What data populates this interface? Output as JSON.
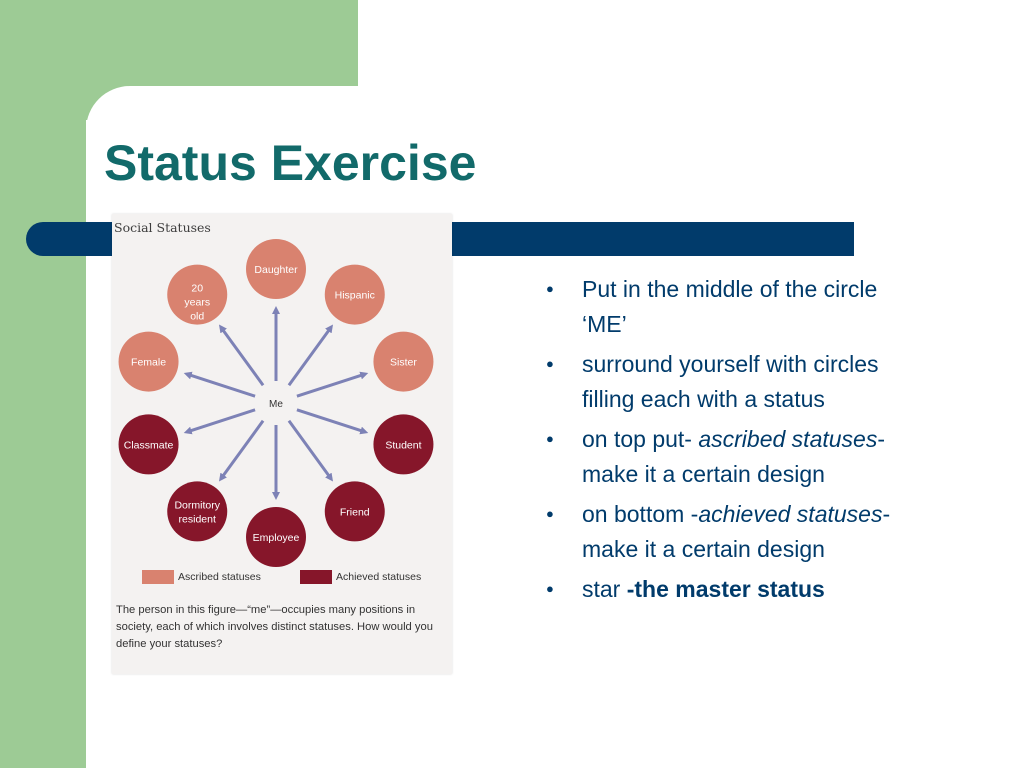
{
  "slide": {
    "title": "Status Exercise",
    "bullets": [
      {
        "parts": [
          {
            "text": "Put in the middle of the circle ‘ME’"
          }
        ]
      },
      {
        "parts": [
          {
            "text": "surround yourself with circles filling each with a status"
          }
        ]
      },
      {
        "parts": [
          {
            "text": "on top put- "
          },
          {
            "text": "ascribed statuses",
            "style": "italic"
          },
          {
            "text": "-make it a certain design"
          }
        ]
      },
      {
        "parts": [
          {
            "text": "on bottom -"
          },
          {
            "text": "achieved statuses",
            "style": "italic"
          },
          {
            "text": "-make it a certain design"
          }
        ]
      },
      {
        "parts": [
          {
            "text": "star "
          },
          {
            "text": "-the master status",
            "style": "bold"
          }
        ]
      }
    ],
    "colors": {
      "title": "#126a6a",
      "bar": "#013b6b",
      "side_green": "#9dcb95",
      "bullet_text": "#013b6b"
    }
  },
  "figure": {
    "heading": "Social Statuses",
    "center_label": "Me",
    "statuses": [
      {
        "label": "Daughter",
        "type": "ascribed"
      },
      {
        "label": "Hispanic",
        "type": "ascribed"
      },
      {
        "label": "Sister",
        "type": "ascribed"
      },
      {
        "label": "Student",
        "type": "achieved"
      },
      {
        "label": "Friend",
        "type": "achieved"
      },
      {
        "label": "Employee",
        "type": "achieved"
      },
      {
        "label": "Dormitory resident",
        "type": "achieved"
      },
      {
        "label": "Classmate",
        "type": "achieved"
      },
      {
        "label": "Female",
        "type": "ascribed"
      },
      {
        "label": "20 years old",
        "type": "ascribed"
      }
    ],
    "legend": {
      "ascribed_label": "Ascribed statuses",
      "achieved_label": "Achieved statuses"
    },
    "caption": "The person in this figure—“me”—occupies many positions in society, each of which involves distinct statuses. How would you define your statuses?",
    "colors": {
      "ascribed": "#d9826f",
      "achieved": "#86162a",
      "arrow": "#7d82b6",
      "circle_text": "#ffffff"
    }
  }
}
